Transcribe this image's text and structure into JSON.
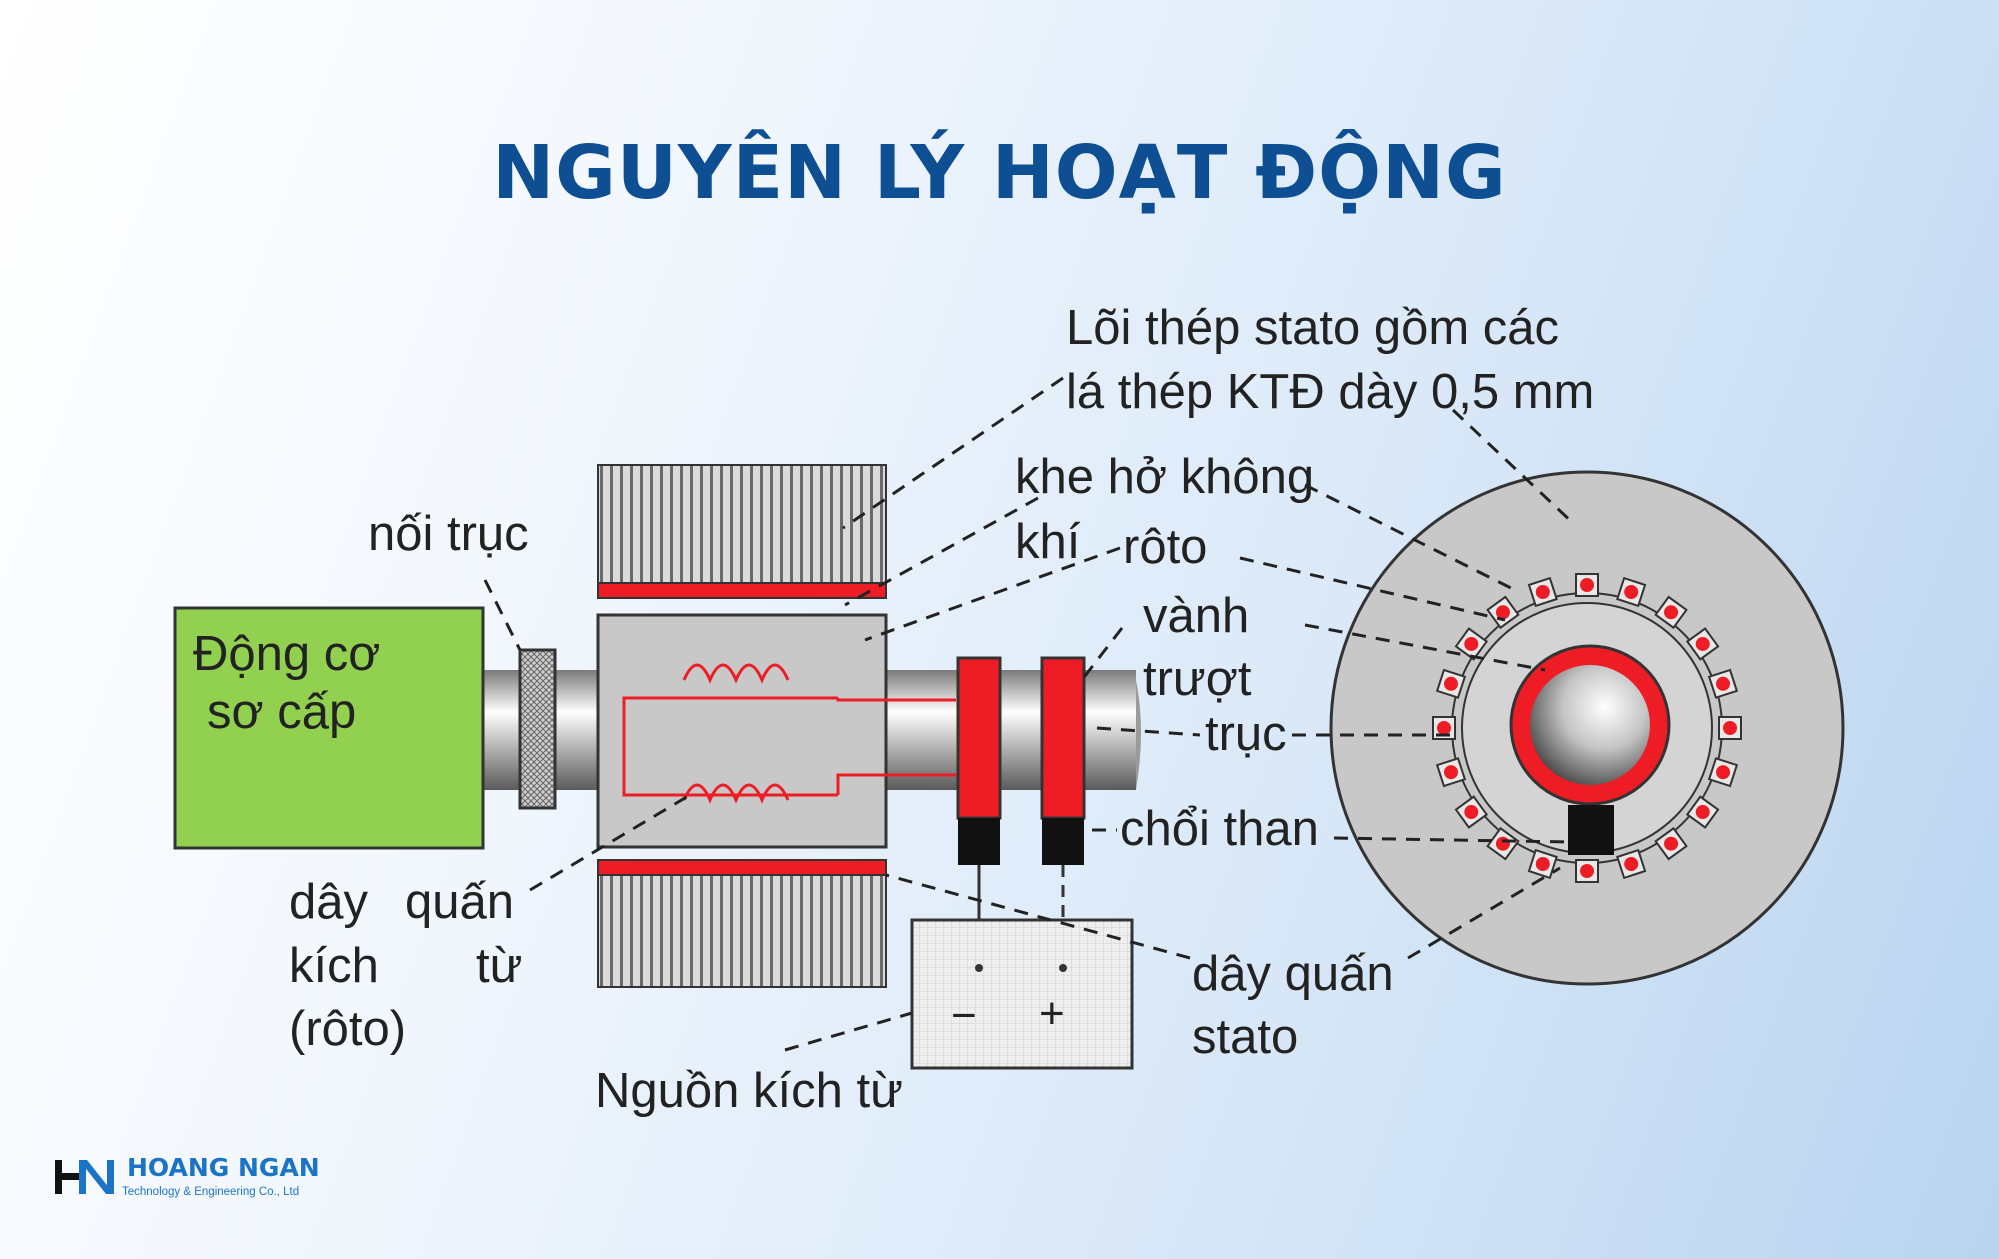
{
  "title": "NGUYÊN LÝ HOẠT ĐỘNG",
  "labels": {
    "prime_mover": [
      "Động cơ",
      "sơ cấp"
    ],
    "coupling": "nối trục",
    "stator_core": [
      "Lõi thép stato gồm các",
      "lá thép KTĐ dày 0,5 mm"
    ],
    "air_gap": [
      "khe hở không",
      "khí"
    ],
    "rotor": "rôto",
    "slip_rings": [
      "vành",
      "trượt"
    ],
    "shaft": "trục",
    "brushes": "chổi than",
    "field_winding": [
      "dây",
      "quấn",
      "kích",
      "từ",
      "(rôto)"
    ],
    "stator_winding": [
      "dây quấn",
      "stato"
    ],
    "excitation_source": "Nguồn kích từ",
    "minus": "−",
    "plus": "+"
  },
  "brand": {
    "logo": "HN",
    "name": "HOANG NGAN",
    "tagline": "Technology & Engineering Co., Ltd"
  },
  "colors": {
    "title": "#0d4f92",
    "prime_mover": "#92d050",
    "conductor": "#ee1c25",
    "steel": "#c8c8c8",
    "brand": "#1b74c5"
  }
}
